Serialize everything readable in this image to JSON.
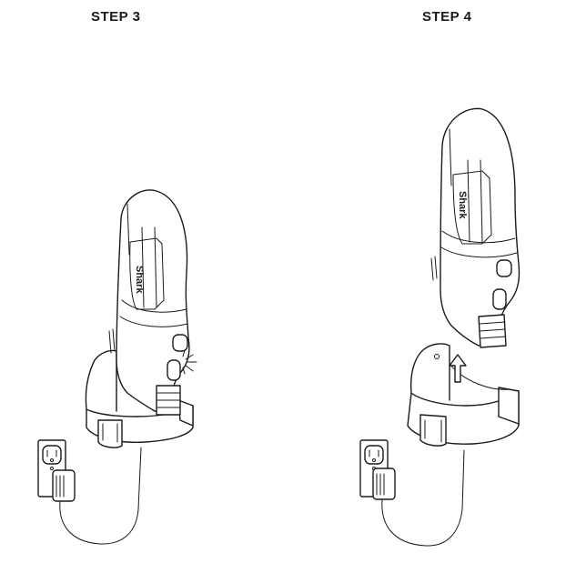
{
  "steps": [
    {
      "title": "STEP 3",
      "brand": "Shark"
    },
    {
      "title": "STEP 4",
      "brand": "Shark"
    }
  ]
}
